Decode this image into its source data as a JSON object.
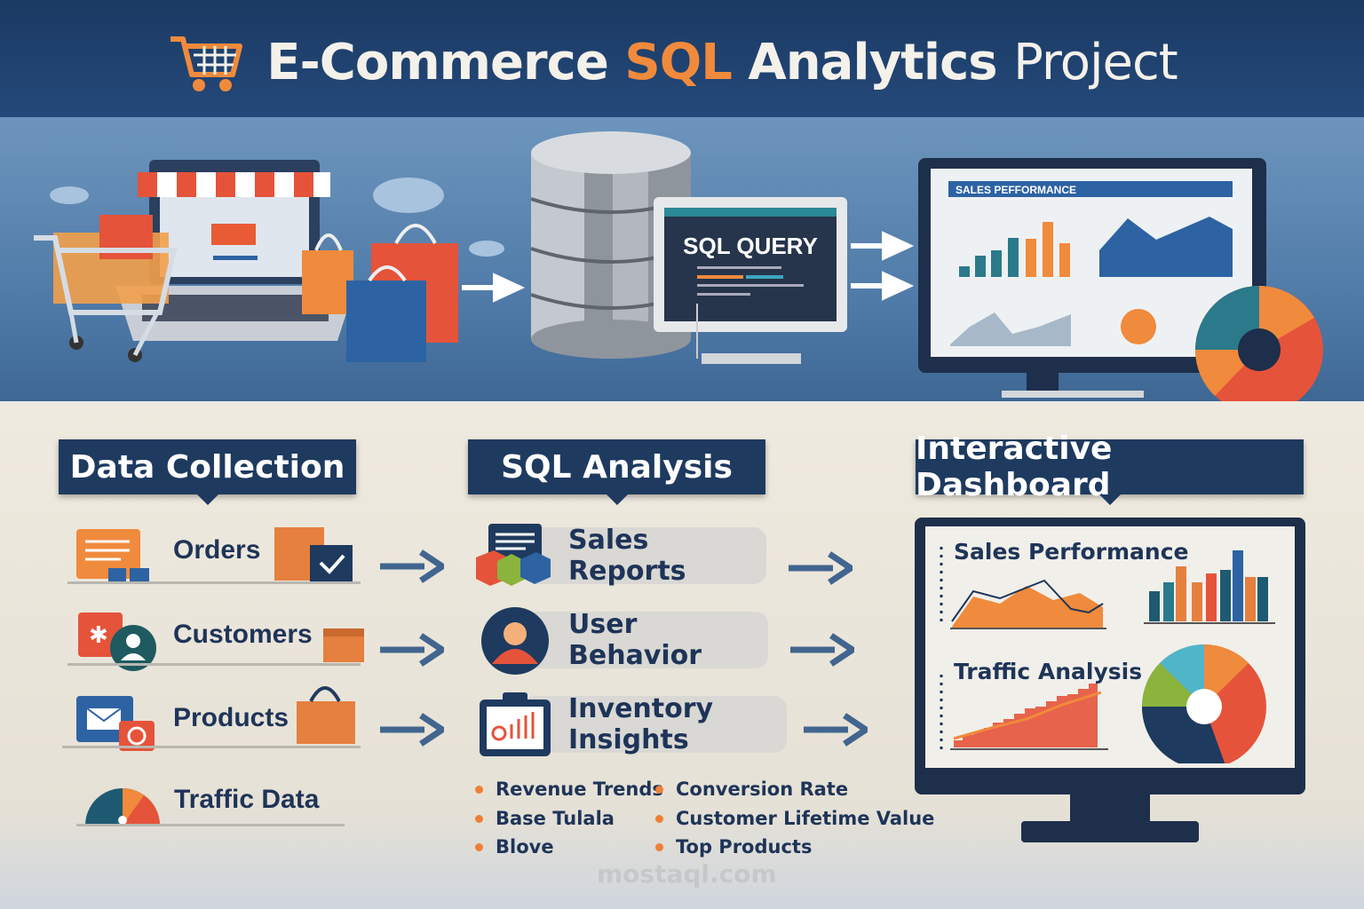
{
  "header": {
    "title_part1": "E-Commerce ",
    "title_highlight": "SQL",
    "title_part2": " Analytics ",
    "title_part3": "Project",
    "icon": "shopping-cart-icon"
  },
  "hero": {
    "query_label": "SQL QUERY",
    "dashboard_banner": "SALES PEFFORMANCE"
  },
  "sections": {
    "collection": {
      "title": "Data Collection",
      "items": [
        "Orders",
        "Customers",
        "Products",
        "Traffic Data"
      ]
    },
    "analysis": {
      "title": "SQL Analysis",
      "items": [
        "Sales Reports",
        "User Behavior",
        "Inventory Insights"
      ]
    },
    "dashboard": {
      "title": "Interactive Dashboard",
      "panels": [
        "Sales Performance",
        "Traffic Analysis"
      ]
    }
  },
  "bullets": {
    "left": [
      "Revenue Trends",
      "Base Tulala",
      "Blove"
    ],
    "right": [
      "Conversion Rate",
      "Customer Lifetime Value",
      "Top Products"
    ]
  },
  "watermark": "mostaql.com",
  "colors": {
    "navy": "#1e3a5f",
    "orange": "#f08a3c",
    "teal": "#2a7a8c",
    "red": "#e0502a",
    "blue": "#2d63a3"
  }
}
